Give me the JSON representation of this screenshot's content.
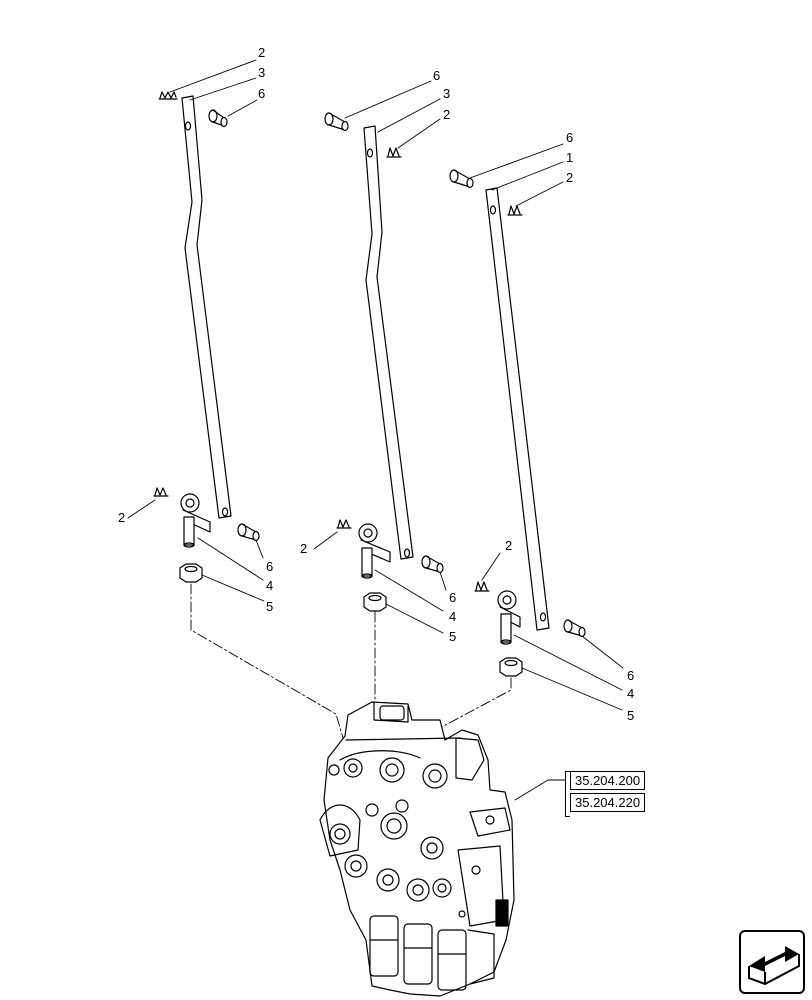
{
  "callouts": {
    "r1_top_2": "2",
    "r1_top_3": "3",
    "r1_top_6": "6",
    "r2_top_6": "6",
    "r2_top_3": "3",
    "r2_top_2": "2",
    "r3_top_6": "6",
    "r3_top_1": "1",
    "r3_top_2": "2",
    "r1_bot_2": "2",
    "r1_bot_6": "6",
    "r1_bot_4": "4",
    "r1_bot_5": "5",
    "r2_bot_2": "2",
    "r2_bot_6": "6",
    "r2_bot_4": "4",
    "r2_bot_5": "5",
    "r3_bot_2": "2",
    "r3_bot_6": "6",
    "r3_bot_4": "4",
    "r3_bot_5": "5"
  },
  "references": [
    "35.204.200",
    "35.204.220"
  ],
  "icons": {
    "nav": "next-page-arrow-icon"
  }
}
